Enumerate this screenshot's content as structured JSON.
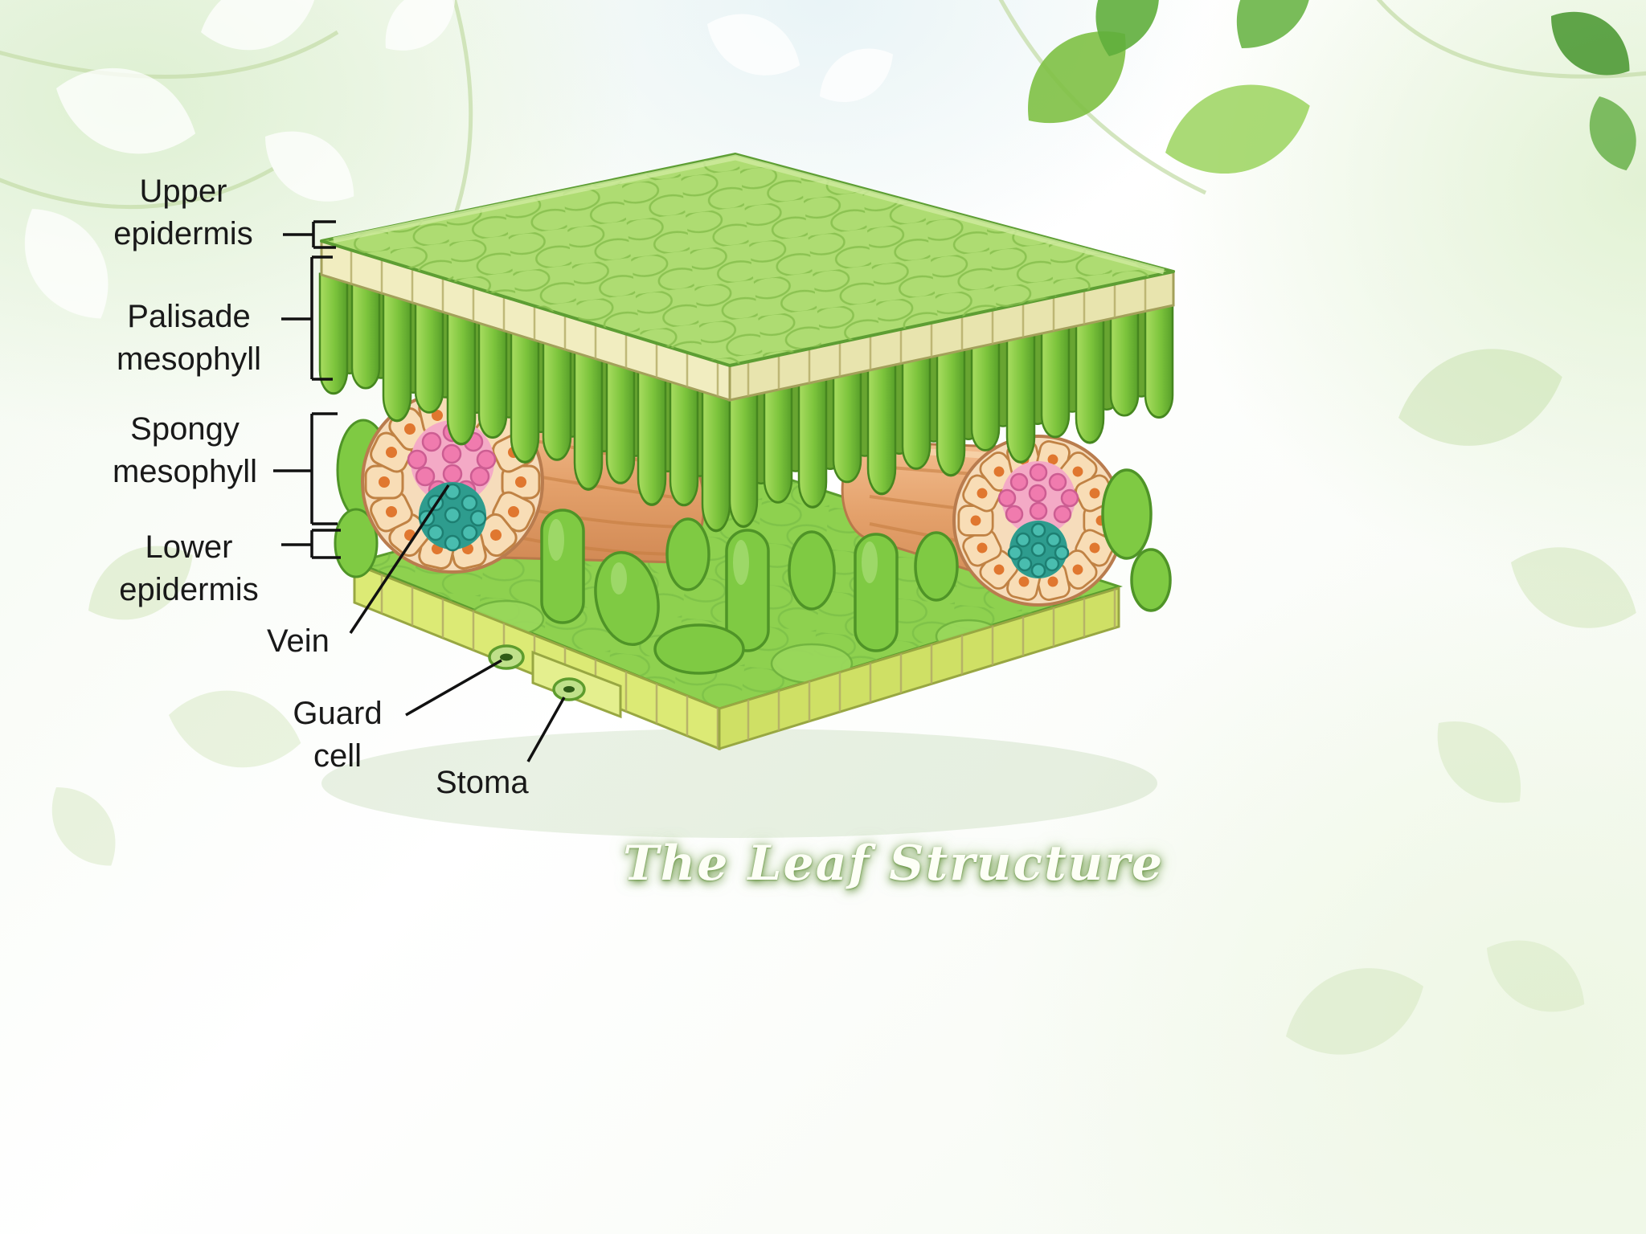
{
  "title": "The Leaf Structure",
  "labels": {
    "upper_epidermis": "Upper epidermis",
    "palisade_mesophyll": "Palisade mesophyll",
    "spongy_mesophyll": "Spongy mesophyll",
    "lower_epidermis": "Lower epidermis",
    "vein": "Vein",
    "guard_cell": "Guard cell",
    "stoma": "Stoma"
  },
  "diagram": {
    "subject": "Cross-section of a leaf (3D block diagram)",
    "parts": [
      "Upper epidermis",
      "Palisade mesophyll",
      "Spongy mesophyll",
      "Lower epidermis",
      "Vein",
      "Guard cell",
      "Stoma"
    ],
    "colors": {
      "leaf_top_green": "#aedc72",
      "mesophyll_green": "#7fca43",
      "outline_green": "#4f9427",
      "epidermis_cream": "#f1edc0",
      "lower_epidermis_yellow_green": "#dcea75",
      "vein_peach": "#e8a871",
      "vein_ring_tan": "#f8ddb6",
      "xylem_pink": "#f07bae",
      "phloem_teal": "#35b0a0",
      "label_text": "#191919",
      "title_color": "#fdfff6"
    }
  }
}
